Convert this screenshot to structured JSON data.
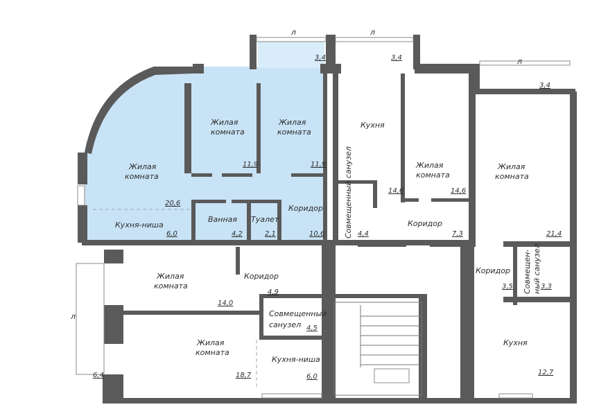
{
  "colors": {
    "highlight": "#c9e3f6",
    "wall": "#5a5a5a",
    "text": "#2b2b2b"
  },
  "balcony_mark": "л",
  "rooms": {
    "living_big": {
      "name1": "Жилая",
      "name2": "комната",
      "area": "20,6"
    },
    "kitchen_niche_top": {
      "name": "Кухня-ниша",
      "area": "6,0"
    },
    "living_a": {
      "name1": "Жилая",
      "name2": "комната",
      "area": "11,9"
    },
    "living_b": {
      "name1": "Жилая",
      "name2": "комната",
      "area": "11,9"
    },
    "bath_a": {
      "name": "Ванная",
      "area": "4,2"
    },
    "toilet_a": {
      "name": "Туалет",
      "area": "2,1"
    },
    "corridor_a": {
      "name": "Коридор",
      "area": "10,6"
    },
    "balcony_1": {
      "area": "3,4"
    },
    "balcony_2": {
      "area": "3,4"
    },
    "balcony_3": {
      "area": "3,4"
    },
    "kitchen_b": {
      "name": "Кухня",
      "area": "14,6"
    },
    "living_c": {
      "name1": "Жилая",
      "name2": "комната",
      "area": "14,6"
    },
    "bath_b": {
      "name": "Совмещенный санузел",
      "area": "4,4"
    },
    "corridor_b": {
      "name": "Коридор",
      "area": "7,3"
    },
    "living_d": {
      "name1": "Жилая",
      "name2": "комната",
      "area": "21,4"
    },
    "corridor_c": {
      "name": "Коридор",
      "area": "3,5"
    },
    "bath_c": {
      "name1": "Совмещен-",
      "name2": "ный санузел",
      "area": "3,3"
    },
    "kitchen_c": {
      "name": "Кухня",
      "area": "12,7"
    },
    "living_e": {
      "name1": "Жилая",
      "name2": "комната",
      "area": "14,0"
    },
    "corridor_d": {
      "name": "Коридор",
      "area": "4,9"
    },
    "bath_d": {
      "name1": "Совмещенный",
      "name2": "санузел",
      "area": "4,5"
    },
    "living_f": {
      "name1": "Жилая",
      "name2": "комната",
      "area": "18,7"
    },
    "kitchen_niche_bottom": {
      "name": "Кухня-ниша",
      "area": "6,0"
    },
    "balcony_4": {
      "area": "6,4"
    }
  }
}
